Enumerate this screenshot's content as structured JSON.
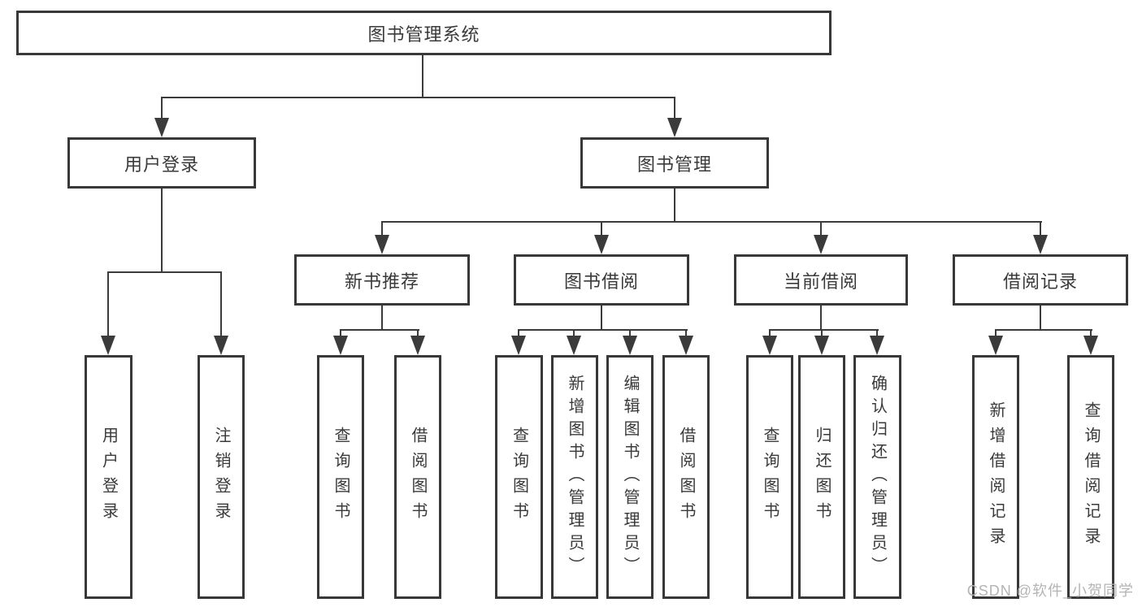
{
  "diagram": {
    "type": "hierarchy-tree",
    "title": "图书管理系统",
    "hierarchy": {
      "图书管理系统": {
        "用户登录": [
          "用户登录",
          "注销登录"
        ],
        "图书管理": {
          "新书推荐": [
            "查询图书",
            "借阅图书"
          ],
          "图书借阅": [
            "查询图书",
            "新增图书（管理员）",
            "编辑图书（管理员）",
            "借阅图书"
          ],
          "当前借阅": [
            "查询图书",
            "归还图书",
            "确认归还（管理员）"
          ],
          "借阅记录": [
            "新增借阅记录",
            "查询借阅记录"
          ]
        }
      }
    }
  },
  "nodes": {
    "root": {
      "label": "图书管理系统"
    },
    "user_login": {
      "label": "用户登录"
    },
    "book_mgmt": {
      "label": "图书管理"
    },
    "new_book_rec": {
      "label": "新书推荐"
    },
    "book_borrow": {
      "label": "图书借阅"
    },
    "current_borrow": {
      "label": "当前借阅"
    },
    "borrow_record": {
      "label": "借阅记录"
    },
    "leaf_user_login": {
      "label": "用户登录"
    },
    "leaf_logout": {
      "label": "注销登录"
    },
    "leaf_rec_query": {
      "label": "查询图书"
    },
    "leaf_rec_borrow": {
      "label": "借阅图书"
    },
    "leaf_bb_query": {
      "label": "查询图书"
    },
    "leaf_bb_add": {
      "label": "新增图书（管理员）"
    },
    "leaf_bb_edit": {
      "label": "编辑图书（管理员）"
    },
    "leaf_bb_borrow": {
      "label": "借阅图书"
    },
    "leaf_cb_query": {
      "label": "查询图书"
    },
    "leaf_cb_return": {
      "label": "归还图书"
    },
    "leaf_cb_confirm": {
      "label": "确认归还（管理员）"
    },
    "leaf_br_add": {
      "label": "新增借阅记录"
    },
    "leaf_br_query": {
      "label": "查询借阅记录"
    }
  },
  "watermark": "CSDN @软件_小贺同学",
  "colors": {
    "background": "#ffffff",
    "box_border": "#383838",
    "connector": "#3b3b3b",
    "text": "#3a3a3a",
    "watermark": "#b4b4b4"
  }
}
